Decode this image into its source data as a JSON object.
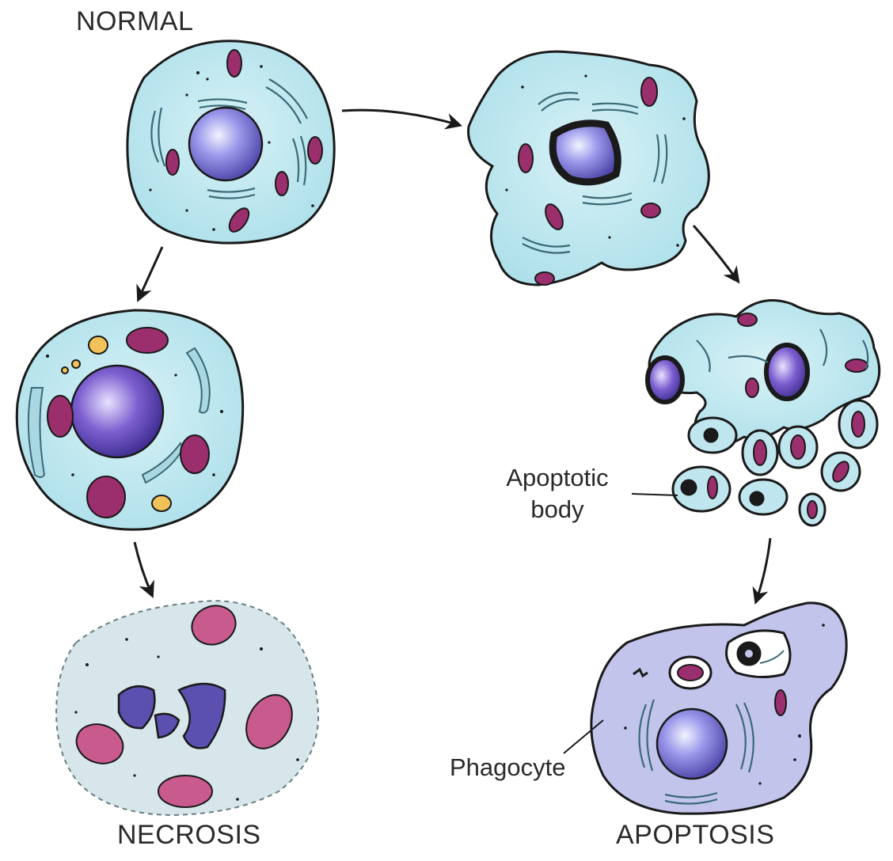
{
  "labels": {
    "normal": "NORMAL",
    "necrosis": "NECROSIS",
    "apoptosis": "APOPTOSIS",
    "apoptotic_body_line1": "Apoptotic",
    "apoptotic_body_line2": "body",
    "phagocyte": "Phagocyte"
  },
  "colors": {
    "cytoplasm": "#bfe6ee",
    "cytoplasm_necrotic": "#d6e6ea",
    "phagocyte": "#c2c4ec",
    "nucleus": "#8a86e0",
    "nucleus_dark": "#5b4fb0",
    "mitochondria": "#9b2f6e",
    "mitochondria_pink": "#c85a8e",
    "er": "#a9d7e2",
    "lysosome": "#f2c25a",
    "outline": "#1a1a1a"
  }
}
